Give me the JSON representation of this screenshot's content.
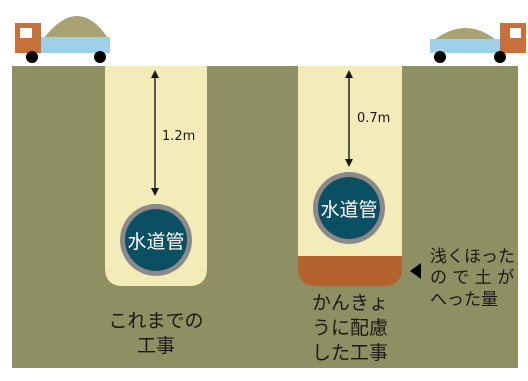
{
  "colors": {
    "ground": "#8e8f63",
    "trench": "#f3ebb8",
    "sky": "#ffffff",
    "truck_cab": "#c8703a",
    "truck_bed": "#9fd0e8",
    "soil_pile": "#a9a273",
    "pipe_ring": "#8a8a8a",
    "pipe_core": "#0b4f63",
    "reduced_soil": "#b5632e",
    "text": "#1a1a1a"
  },
  "left_trench": {
    "depth_label": "1.2m",
    "pipe_label": "水道管",
    "caption_lines": [
      "これまでの",
      "工事"
    ]
  },
  "right_trench": {
    "depth_label": "0.7m",
    "pipe_label": "水道管",
    "caption_lines": [
      "かんきょ",
      "うに配慮",
      "した工事"
    ]
  },
  "reduced_soil_note": {
    "lines": [
      "浅くほった",
      "の で 土 が",
      "へった量"
    ]
  },
  "icons": {
    "left_truck": "dump-truck-icon",
    "right_truck": "dump-truck-icon",
    "arrow": "triangle-pointer-icon"
  }
}
